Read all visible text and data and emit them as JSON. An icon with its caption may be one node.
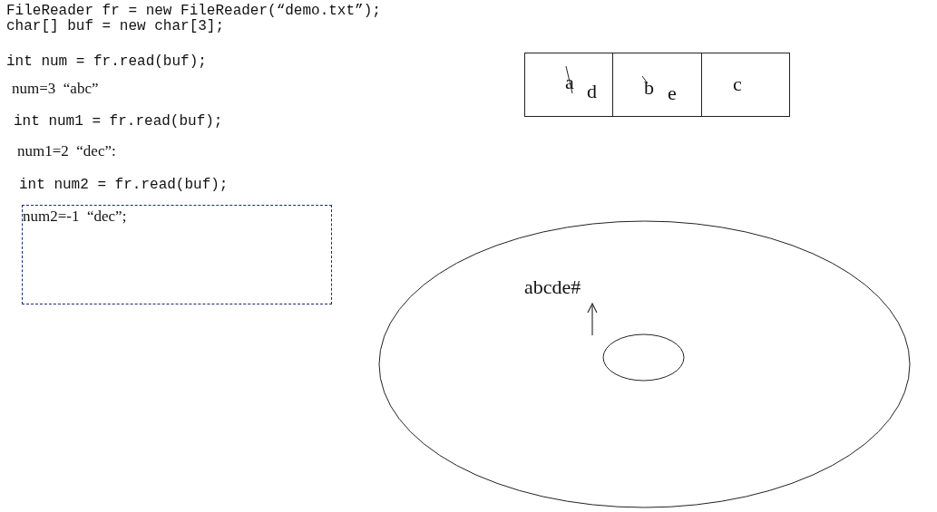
{
  "diagram": {
    "nodes": [
      {
        "text": [],
        "shape": "box"
      },
      {
        "text": [
          "a",
          "d"
        ],
        "in": 0
      },
      {
        "text": [
          "b",
          "e"
        ],
        "in": 0
      },
      {
        "text": [
          "c"
        ],
        "in": 0
      },
      {
        "text": [
          "num2=-1  “dec”;"
        ]
      },
      {
        "text": [
          "abcde#"
        ]
      },
      {
        "text": [],
        "shape": "ellipse",
        "in": 5
      }
    ],
    "labels": [
      "FileReader fr = new FileReader(“demo.txt”);",
      "char[] buf = new char[3];",
      "int num = fr.read(buf);",
      "num=3  “abc”",
      "int num1 = fr.read(buf);",
      "num1=2  “dec”:",
      "int num2 = fr.read(buf);"
    ]
  }
}
